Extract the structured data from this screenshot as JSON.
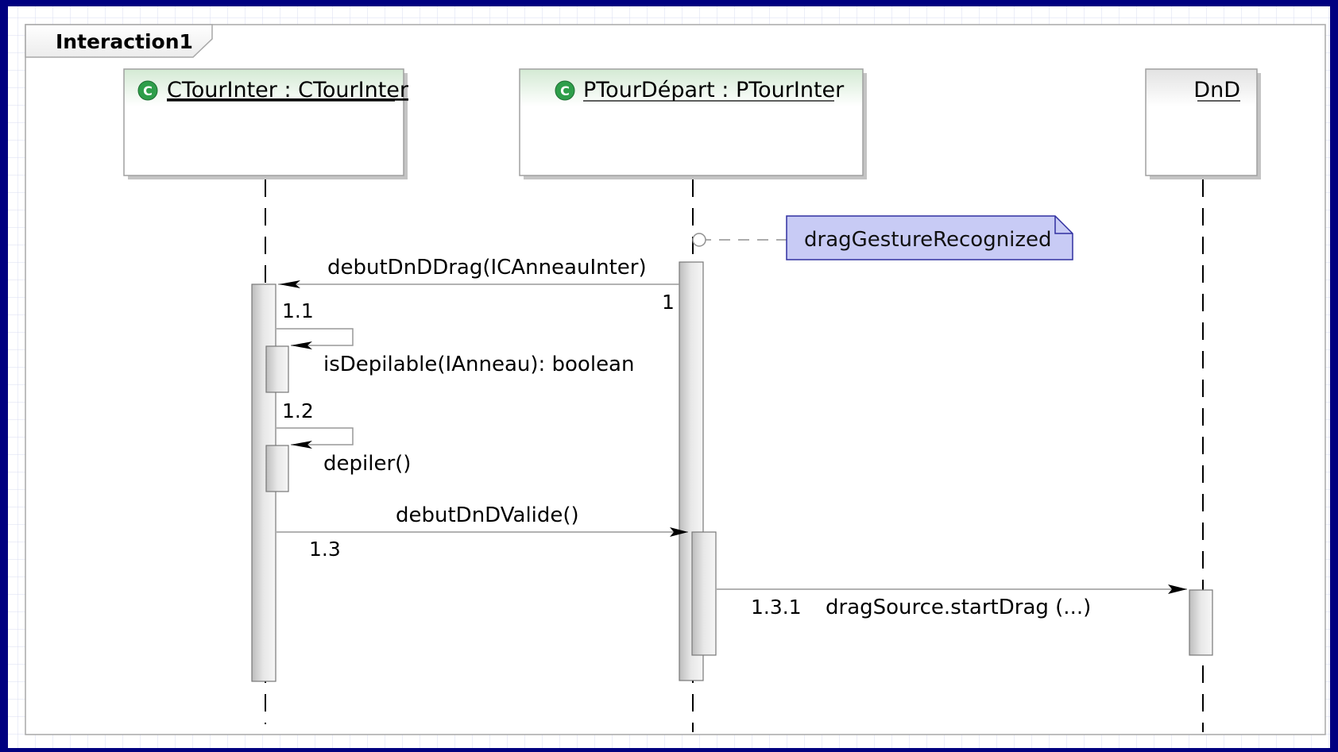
{
  "frame": {
    "title": "Interaction1"
  },
  "lifelines": [
    {
      "id": "ctourinter",
      "label": "CTourInter : CTourInter",
      "class_icon": "class-c-icon"
    },
    {
      "id": "ptourdepart",
      "label": "PTourDépart : PTourInter",
      "class_icon": "class-c-icon"
    },
    {
      "id": "dnd",
      "label": "DnD"
    }
  ],
  "note": {
    "text": "dragGestureRecognized"
  },
  "messages": [
    {
      "seq": "1",
      "label": "debutDnDDrag(ICAnneauInter)",
      "from": "ptourdepart",
      "to": "ctourinter"
    },
    {
      "seq": "1.1",
      "label": "isDepilable(IAnneau): boolean",
      "from": "ctourinter",
      "to": "ctourinter",
      "self": true
    },
    {
      "seq": "1.2",
      "label": "depiler()",
      "from": "ctourinter",
      "to": "ctourinter",
      "self": true
    },
    {
      "seq": "1.3",
      "label": "debutDnDValide()",
      "from": "ctourinter",
      "to": "ptourdepart"
    },
    {
      "seq": "1.3.1",
      "label": "dragSource.startDrag (...)",
      "from": "ptourdepart",
      "to": "dnd"
    }
  ],
  "colors": {
    "background": "#ffffff",
    "grid": "#d8dcf0",
    "border": "#000080",
    "lifeline_box_top": "#e6f3e6",
    "note_fill": "#c8cbf5",
    "note_border": "#3030a0",
    "class_icon": "#2e9e4a"
  }
}
